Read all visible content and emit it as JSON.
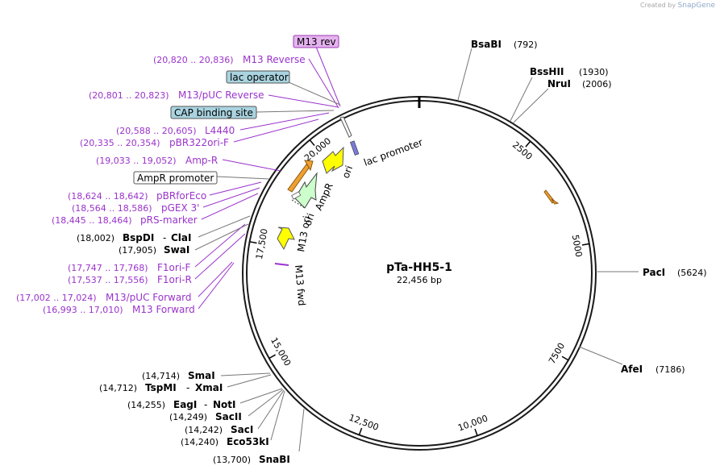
{
  "watermark": {
    "prefix": "Created by",
    "brand": "SnapGene"
  },
  "plasmid": {
    "name": "pTa-HH5-1",
    "size": "22,456 bp",
    "length": 22456
  },
  "ticks": [
    {
      "bp": 2500,
      "label": "2500"
    },
    {
      "bp": 5000,
      "label": "5000"
    },
    {
      "bp": 7500,
      "label": "7500"
    },
    {
      "bp": 10000,
      "label": "10,000"
    },
    {
      "bp": 12500,
      "label": "12,500"
    },
    {
      "bp": 15000,
      "label": "15,000"
    },
    {
      "bp": 17500,
      "label": "17,500"
    },
    {
      "bp": 20000,
      "label": "20,000"
    }
  ],
  "right_sites": [
    {
      "name": "BsaBI",
      "pos": "(792)"
    },
    {
      "name": "BssHII",
      "pos": "(1930)"
    },
    {
      "name": "NruI",
      "pos": "(2006)"
    },
    {
      "name": "PacI",
      "pos": "(5624)"
    },
    {
      "name": "AfeI",
      "pos": "(7186)"
    }
  ],
  "left_sites": [
    {
      "pos": "(18,002)",
      "name": "BspDI",
      "extra": "ClaI"
    },
    {
      "pos": "(17,905)",
      "name": "SwaI",
      "extra": ""
    },
    {
      "pos": "(14,714)",
      "name": "SmaI",
      "extra": ""
    },
    {
      "pos": "(14,712)",
      "name": "TspMI",
      "extra": "XmaI"
    },
    {
      "pos": "(14,255)",
      "name": "EagI",
      "extra": "NotI"
    },
    {
      "pos": "(14,249)",
      "name": "SacII",
      "extra": ""
    },
    {
      "pos": "(14,242)",
      "name": "SacI",
      "extra": ""
    },
    {
      "pos": "(14,240)",
      "name": "Eco53kI",
      "extra": ""
    },
    {
      "pos": "(13,700)",
      "name": "SnaBI",
      "extra": ""
    }
  ],
  "primers": [
    {
      "range": "(20,820 .. 20,836)",
      "name": "M13 Reverse"
    },
    {
      "range": "(20,801 .. 20,823)",
      "name": "M13/pUC Reverse"
    },
    {
      "range": "(20,588 .. 20,605)",
      "name": "L4440"
    },
    {
      "range": "(20,335 .. 20,354)",
      "name": "pBR322ori-F"
    },
    {
      "range": "(19,033 .. 19,052)",
      "name": "Amp-R"
    },
    {
      "range": "(18,624 .. 18,642)",
      "name": "pBRforEco"
    },
    {
      "range": "(18,564 .. 18,586)",
      "name": "pGEX 3'"
    },
    {
      "range": "(18,445 .. 18,464)",
      "name": "pRS-marker"
    },
    {
      "range": "(17,747 .. 17,768)",
      "name": "F1ori-F"
    },
    {
      "range": "(17,537 .. 17,556)",
      "name": "F1ori-R"
    },
    {
      "range": "(17,002 .. 17,024)",
      "name": "M13/pUC Forward"
    },
    {
      "range": "(16,993 .. 17,010)",
      "name": "M13 Forward"
    }
  ],
  "boxed_features": [
    {
      "name": "M13 rev",
      "kind": "primer-bind",
      "fill": "#e6b3f0",
      "stroke": "#9a3bb0"
    },
    {
      "name": "lac operator",
      "kind": "protein-bind",
      "fill": "#a9d3e0",
      "stroke": "#555555"
    },
    {
      "name": "CAP binding site",
      "kind": "protein-bind",
      "fill": "#a9d3e0",
      "stroke": "#555555"
    },
    {
      "name": "AmpR promoter",
      "kind": "promoter",
      "fill": "#ffffff",
      "stroke": "#555555"
    }
  ],
  "inner_labels": {
    "lac_promoter": "lac promoter",
    "ori_top": "ori",
    "ampr": "AmpR",
    "ori_mid": "ori",
    "m13_ori": "M13 ori",
    "m13_fwd": "M13 fwd"
  },
  "colors": {
    "primer_text": "#9a33cc",
    "backbone": "#1a1a1a",
    "yellow_arrow": "#ffff00",
    "green_arrow": "#ccffcc",
    "orange_feature": "#f0a030"
  }
}
